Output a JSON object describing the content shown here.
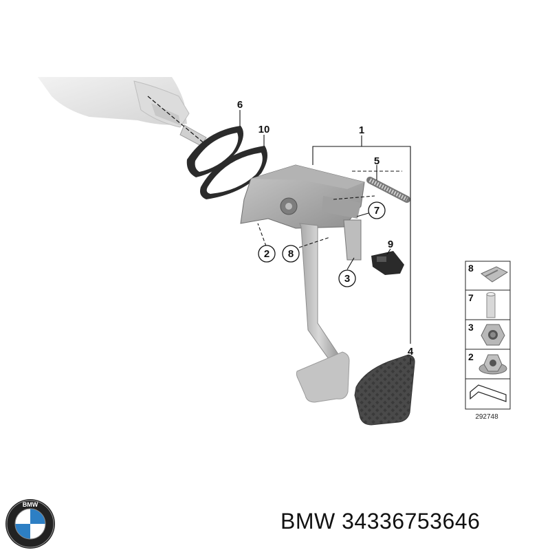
{
  "callouts": {
    "c1": "1",
    "c2": "2",
    "c3": "3",
    "c4": "4",
    "c5": "5",
    "c6": "6",
    "c7": "7",
    "c8": "8",
    "c9": "9",
    "c10": "10"
  },
  "legend": {
    "items": [
      {
        "number": "8",
        "icon": "clip-icon"
      },
      {
        "number": "7",
        "icon": "pin-icon"
      },
      {
        "number": "3",
        "icon": "hex-nut-icon"
      },
      {
        "number": "2",
        "icon": "flange-nut-icon"
      }
    ],
    "reference": "292748"
  },
  "footer": {
    "brand": "BMW",
    "part_number": "34336753646",
    "logo_text": "BMW"
  },
  "colors": {
    "part_gray": "#b9b9b9",
    "dark_pad": "#4a4a4a",
    "line": "#111111",
    "logo_blue": "#2d7fc4"
  }
}
